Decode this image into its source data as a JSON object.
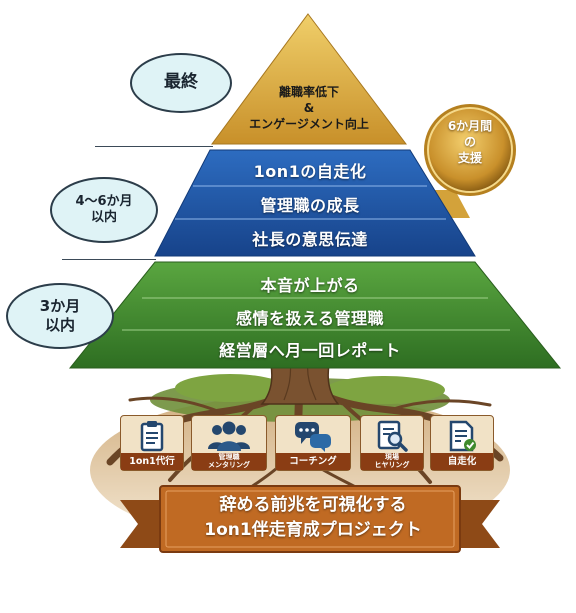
{
  "stages": {
    "final": "最終",
    "mid": [
      "4〜6か月",
      "以内"
    ],
    "early": [
      "3か月",
      "以内"
    ]
  },
  "apex": [
    "離職率低下",
    "&",
    "エンゲージメント向上"
  ],
  "middle_tier": [
    "1on1の自走化",
    "管理職の成長",
    "社長の意思伝達"
  ],
  "base_tier": [
    "本音が上がる",
    "感情を扱える管理職",
    "経営層へ月一回レポート"
  ],
  "support_badge": [
    "6か月間",
    "の",
    "支援"
  ],
  "methods": [
    {
      "label": "1on1代行",
      "icon": "clipboard-icon"
    },
    {
      "label": "管理職メンタリング",
      "line1": "管理職",
      "line2": "メンタリング",
      "icon": "team-icon"
    },
    {
      "label": "コーチング",
      "icon": "chat-bubbles-icon"
    },
    {
      "label": "現場ヒヤリング",
      "line1": "現場",
      "line2": "ヒヤリング",
      "icon": "magnifier-document-icon"
    },
    {
      "label": "自走化",
      "icon": "document-check-icon"
    }
  ],
  "project_banner": [
    "辞める前兆を可視化する",
    "1on1伴走育成プロジェクト"
  ],
  "colors": {
    "apex_gold": "#d9a93a",
    "middle_blue": "#1f56a6",
    "base_green": "#3f8a2c",
    "bubble_fill": "#dff3f6",
    "ribbon_brown": "#c06a23",
    "label_brown": "#8a3d14"
  }
}
